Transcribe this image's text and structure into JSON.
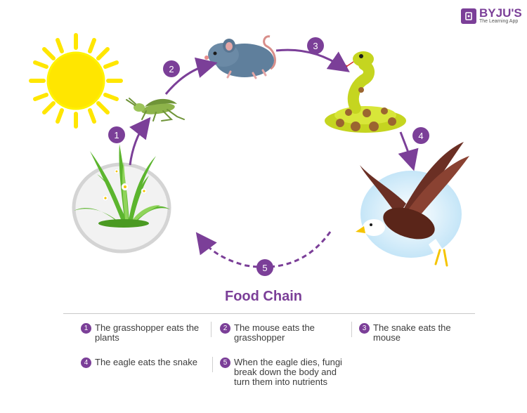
{
  "brand": {
    "name": "BYJU'S",
    "tagline": "The Learning App",
    "color": "#7b3f98"
  },
  "title": "Food Chain",
  "steps": [
    {
      "num": "1",
      "text": "The grasshopper eats the plants"
    },
    {
      "num": "2",
      "text": "The mouse eats the grasshopper"
    },
    {
      "num": "3",
      "text": "The snake eats the mouse"
    },
    {
      "num": "4",
      "text": "The eagle eats the snake"
    },
    {
      "num": "5",
      "text": "When the eagle dies, fungi break down the body and turn them into nutrients"
    }
  ],
  "organisms": [
    "sun",
    "grass",
    "grasshopper",
    "mouse",
    "snake",
    "eagle"
  ],
  "colors": {
    "accent": "#7b3f98",
    "sun": "#ffe600",
    "grass": "#5cb52e",
    "snake": "#c5d520",
    "eagle": "#6b2f24"
  }
}
